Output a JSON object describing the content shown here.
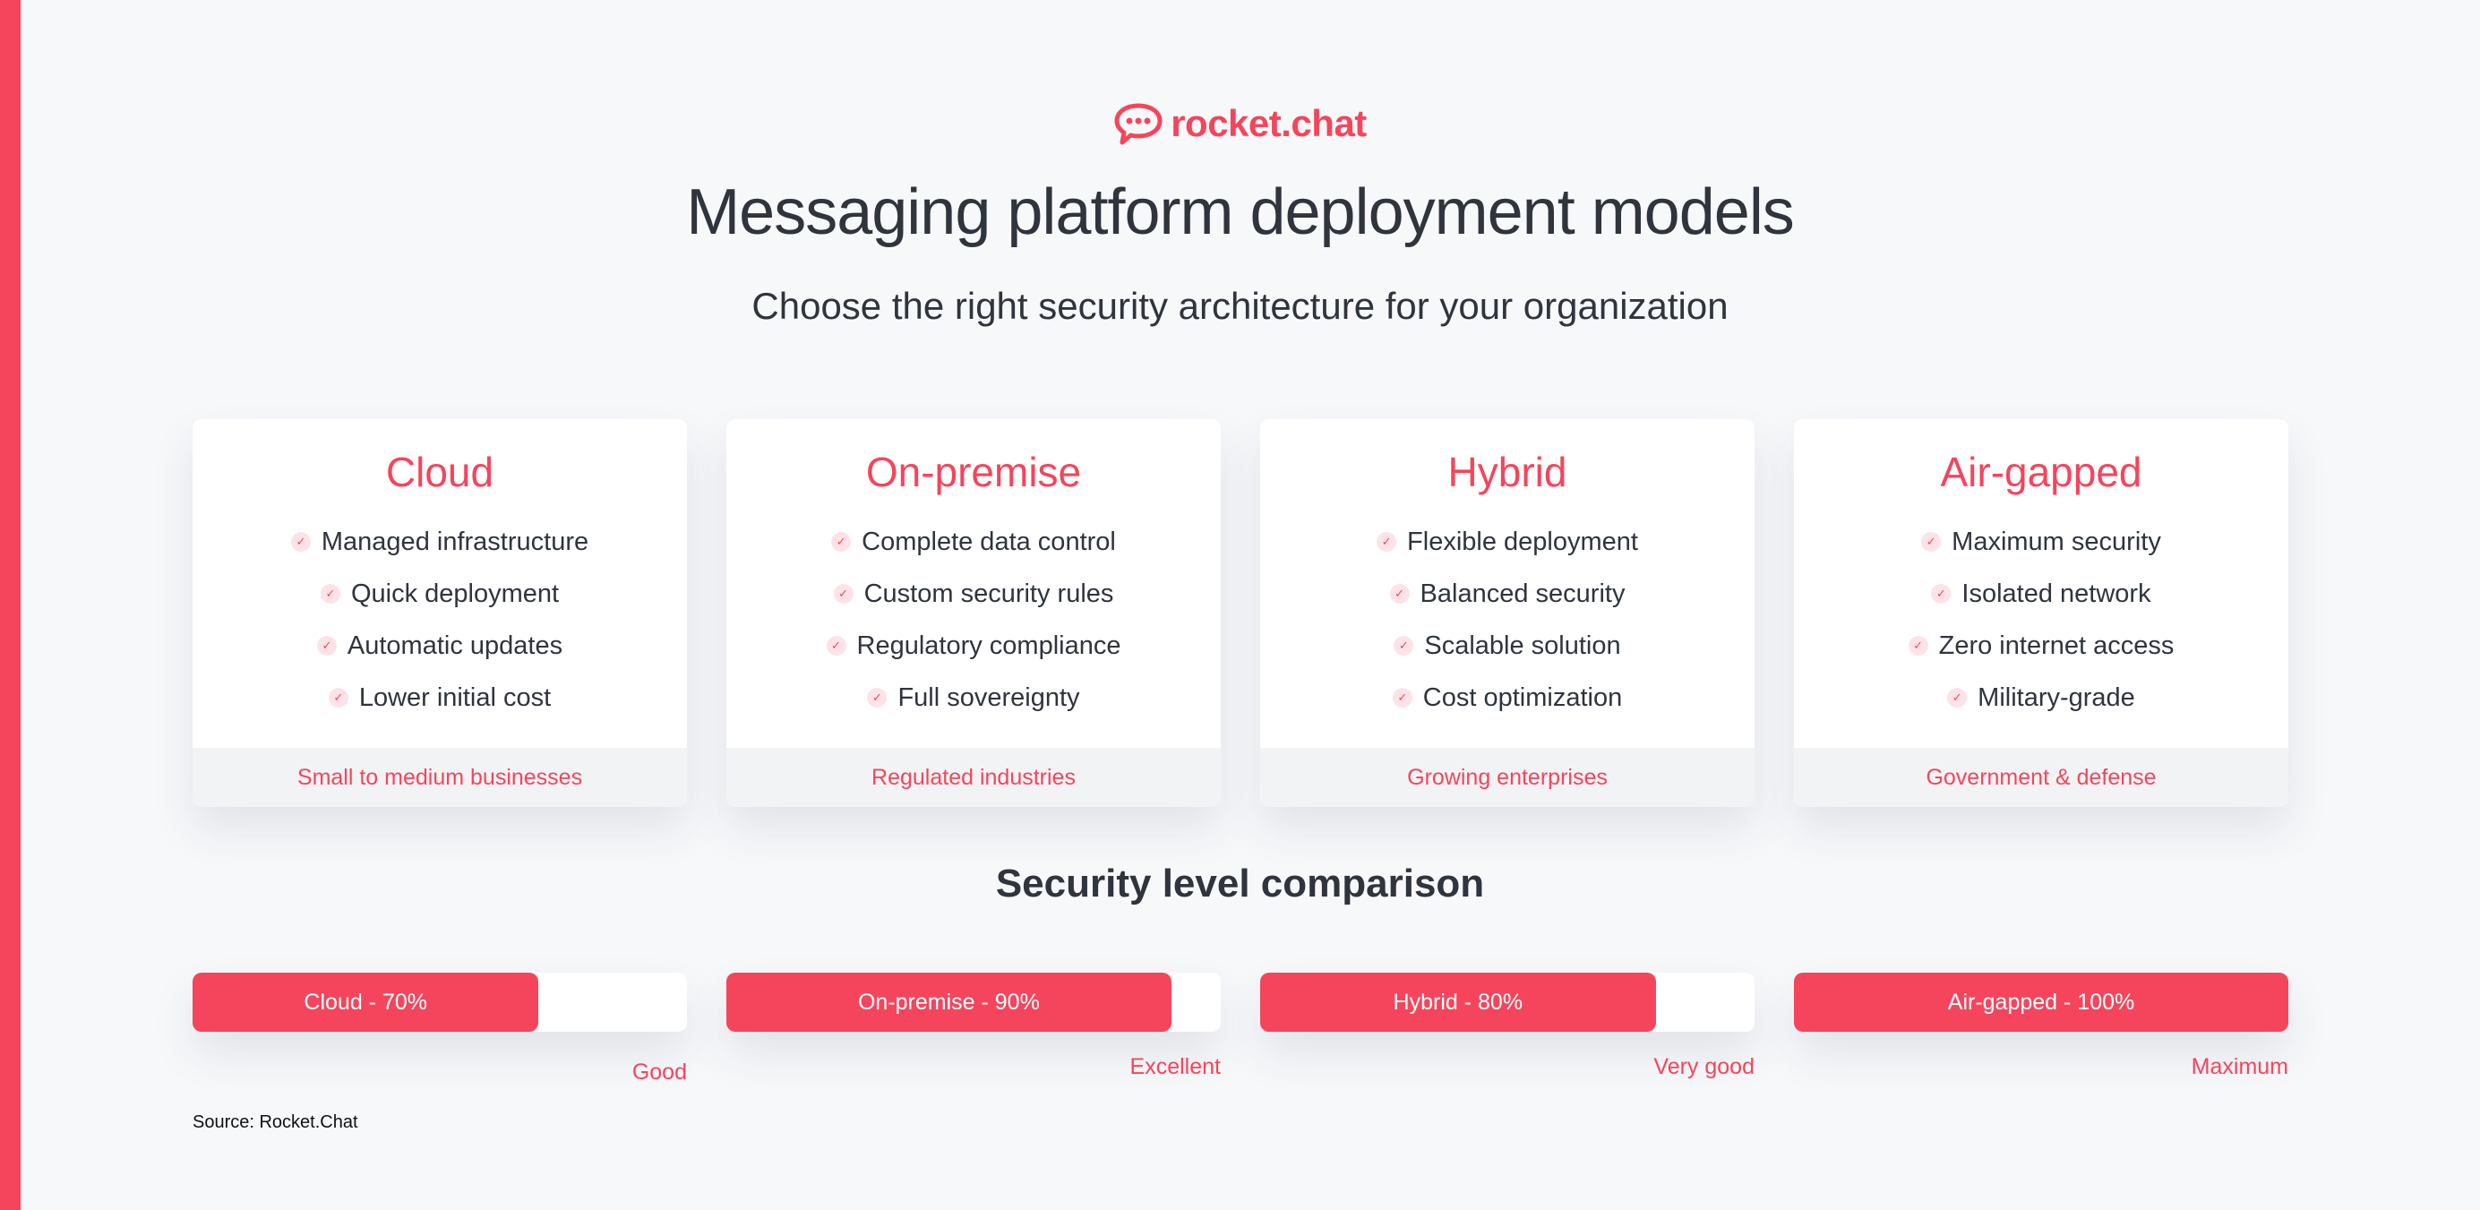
{
  "brand": {
    "name": "rocket.chat",
    "color": "#f5455c",
    "icon": "chat-bubble-icon"
  },
  "title": "Messaging platform deployment models",
  "subtitle": "Choose the right security architecture for your organization",
  "cards": [
    {
      "title": "Cloud",
      "features": [
        "Managed infrastructure",
        "Quick deployment",
        "Automatic updates",
        "Lower initial cost"
      ],
      "audience": "Small to medium businesses"
    },
    {
      "title": "On-premise",
      "features": [
        "Complete data control",
        "Custom security rules",
        "Regulatory compliance",
        "Full sovereignty"
      ],
      "audience": "Regulated industries"
    },
    {
      "title": "Hybrid",
      "features": [
        "Flexible deployment",
        "Balanced security",
        "Scalable solution",
        "Cost optimization"
      ],
      "audience": "Growing enterprises"
    },
    {
      "title": "Air-gapped",
      "features": [
        "Maximum security",
        "Isolated network",
        "Zero internet access",
        "Military-grade"
      ],
      "audience": "Government & defense"
    }
  ],
  "comparison": {
    "title": "Security level comparison",
    "bars": [
      {
        "label": "Cloud - 70%",
        "value": 70,
        "rating": "Good"
      },
      {
        "label": "On-premise - 90%",
        "value": 90,
        "rating": "Excellent"
      },
      {
        "label": "Hybrid - 80%",
        "value": 80,
        "rating": "Very good"
      },
      {
        "label": "Air-gapped - 100%",
        "value": 100,
        "rating": "Maximum"
      }
    ]
  },
  "source": "Source: Rocket.Chat"
}
